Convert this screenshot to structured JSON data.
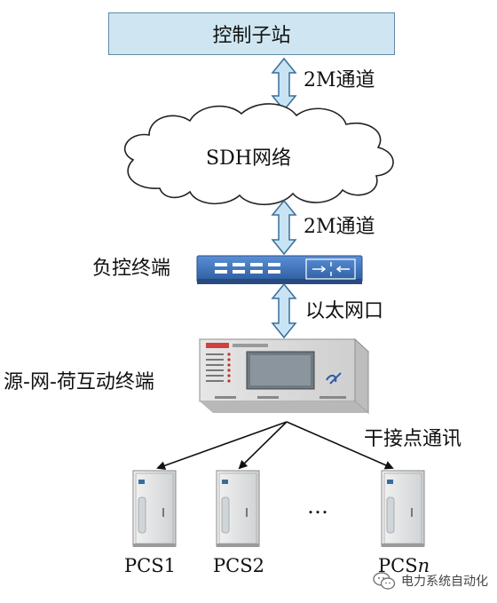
{
  "control_station": "控制子站",
  "links": {
    "top_channel": "2M通道",
    "bottom_channel": "2M通道",
    "ethernet": "以太网口",
    "dry_contact": "干接点通讯"
  },
  "network": "SDH网络",
  "load_terminal": "负控终端",
  "interactive_terminal": "源-网-荷互动终端",
  "pcs": [
    {
      "prefix": "PCS",
      "suffix": "1"
    },
    {
      "prefix": "PCS",
      "suffix": "2"
    },
    {
      "prefix": "PCS",
      "suffix": "n"
    }
  ],
  "ellipsis": "…",
  "watermark": "电力系统自动化",
  "colors": {
    "box_fill": "#cfe6f2",
    "arrow_fill": "#c8e4f4",
    "arrow_stroke": "#3a6e9a",
    "router_blue": "#3d6fb5"
  }
}
